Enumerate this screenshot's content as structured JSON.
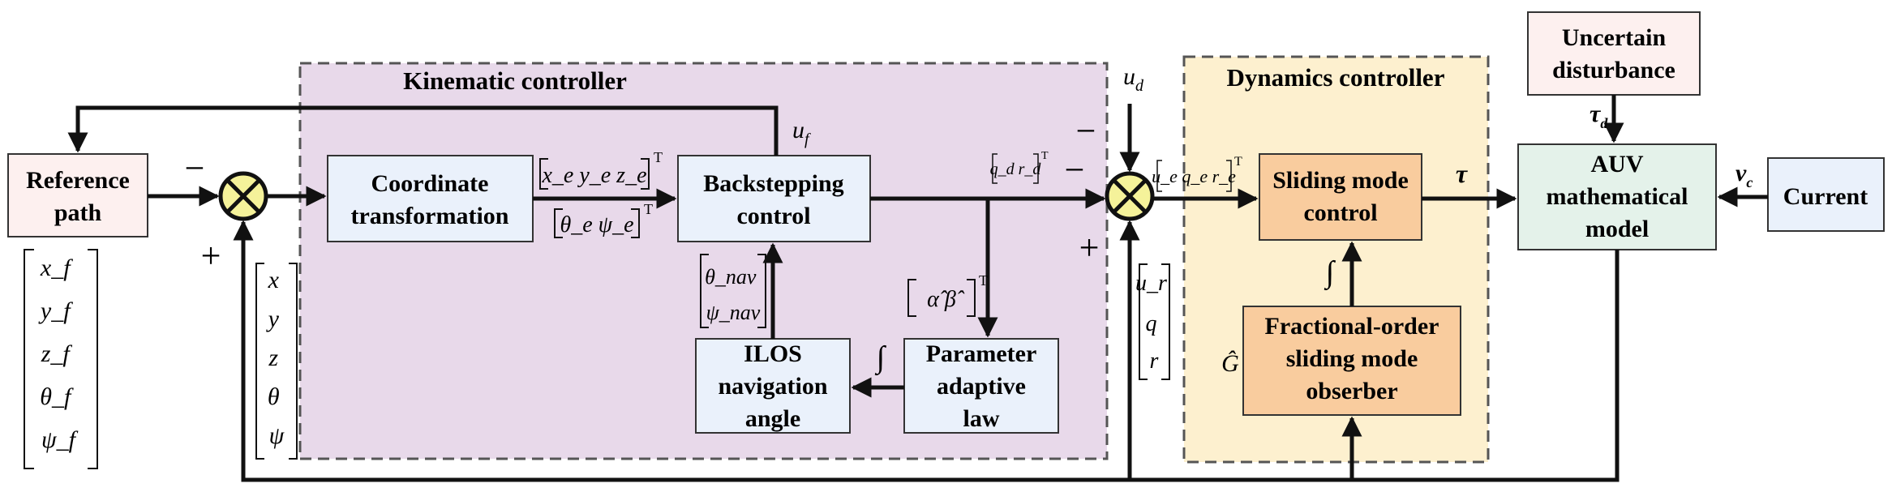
{
  "colors": {
    "kinematic_bg": "#e8d9ea",
    "dynamics_bg": "#fdf0cf",
    "blue_box": "#eaf1fb",
    "pink_box": "#fdf0ef",
    "orange_box": "#f9cc9e",
    "green_box": "#e4f2ea",
    "summer": "#f5f29a",
    "line": "#111111"
  },
  "regions": {
    "kinematic": "Kinematic controller",
    "dynamics": "Dynamics controller"
  },
  "blocks": {
    "reference_path": [
      "Reference",
      "path"
    ],
    "coordinate_transformation": [
      "Coordinate",
      "transformation"
    ],
    "backstepping_control": [
      "Backstepping",
      "control"
    ],
    "ilos": [
      "ILOS",
      "navigation",
      "angle"
    ],
    "parameter_adaptive_law": [
      "Parameter",
      "adaptive",
      "law"
    ],
    "sliding_mode_control": [
      "Sliding mode",
      "control"
    ],
    "fractional_observer": [
      "Fractional-order",
      "sliding mode",
      "obserber"
    ],
    "uncertain_disturbance": [
      "Uncertain",
      "disturbance"
    ],
    "auv_model": [
      "AUV",
      "mathematical",
      "model"
    ],
    "current": "Current"
  },
  "signals": {
    "minus": "−",
    "plus": "+",
    "integral": "∫",
    "T": "T",
    "tau": "τ",
    "tau_d": "τ",
    "tau_d_sub": "d",
    "v_c": "v",
    "v_c_sub": "c",
    "u_f": "u",
    "u_f_sub": "f",
    "u_d": "u",
    "u_d_sub": "d",
    "ref_vector": [
      "x_f",
      "y_f",
      "z_f",
      "θ_f",
      "ψ_f"
    ],
    "state_vector": [
      "x",
      "y",
      "z",
      "θ",
      "ψ"
    ],
    "nav_vector": [
      "θ_nav",
      "ψ_nav"
    ],
    "err_pos": "x_e  y_e  z_e",
    "err_ang": "θ_e  ψ_e",
    "adapt_vector": "α̂  β̂",
    "qd_rd": "q_d  r_d",
    "ue_qe_re": "u_e  q_e  r_e",
    "ur_q_r": [
      "u_r",
      "q",
      "r"
    ],
    "G_hat": "Ĝ"
  }
}
